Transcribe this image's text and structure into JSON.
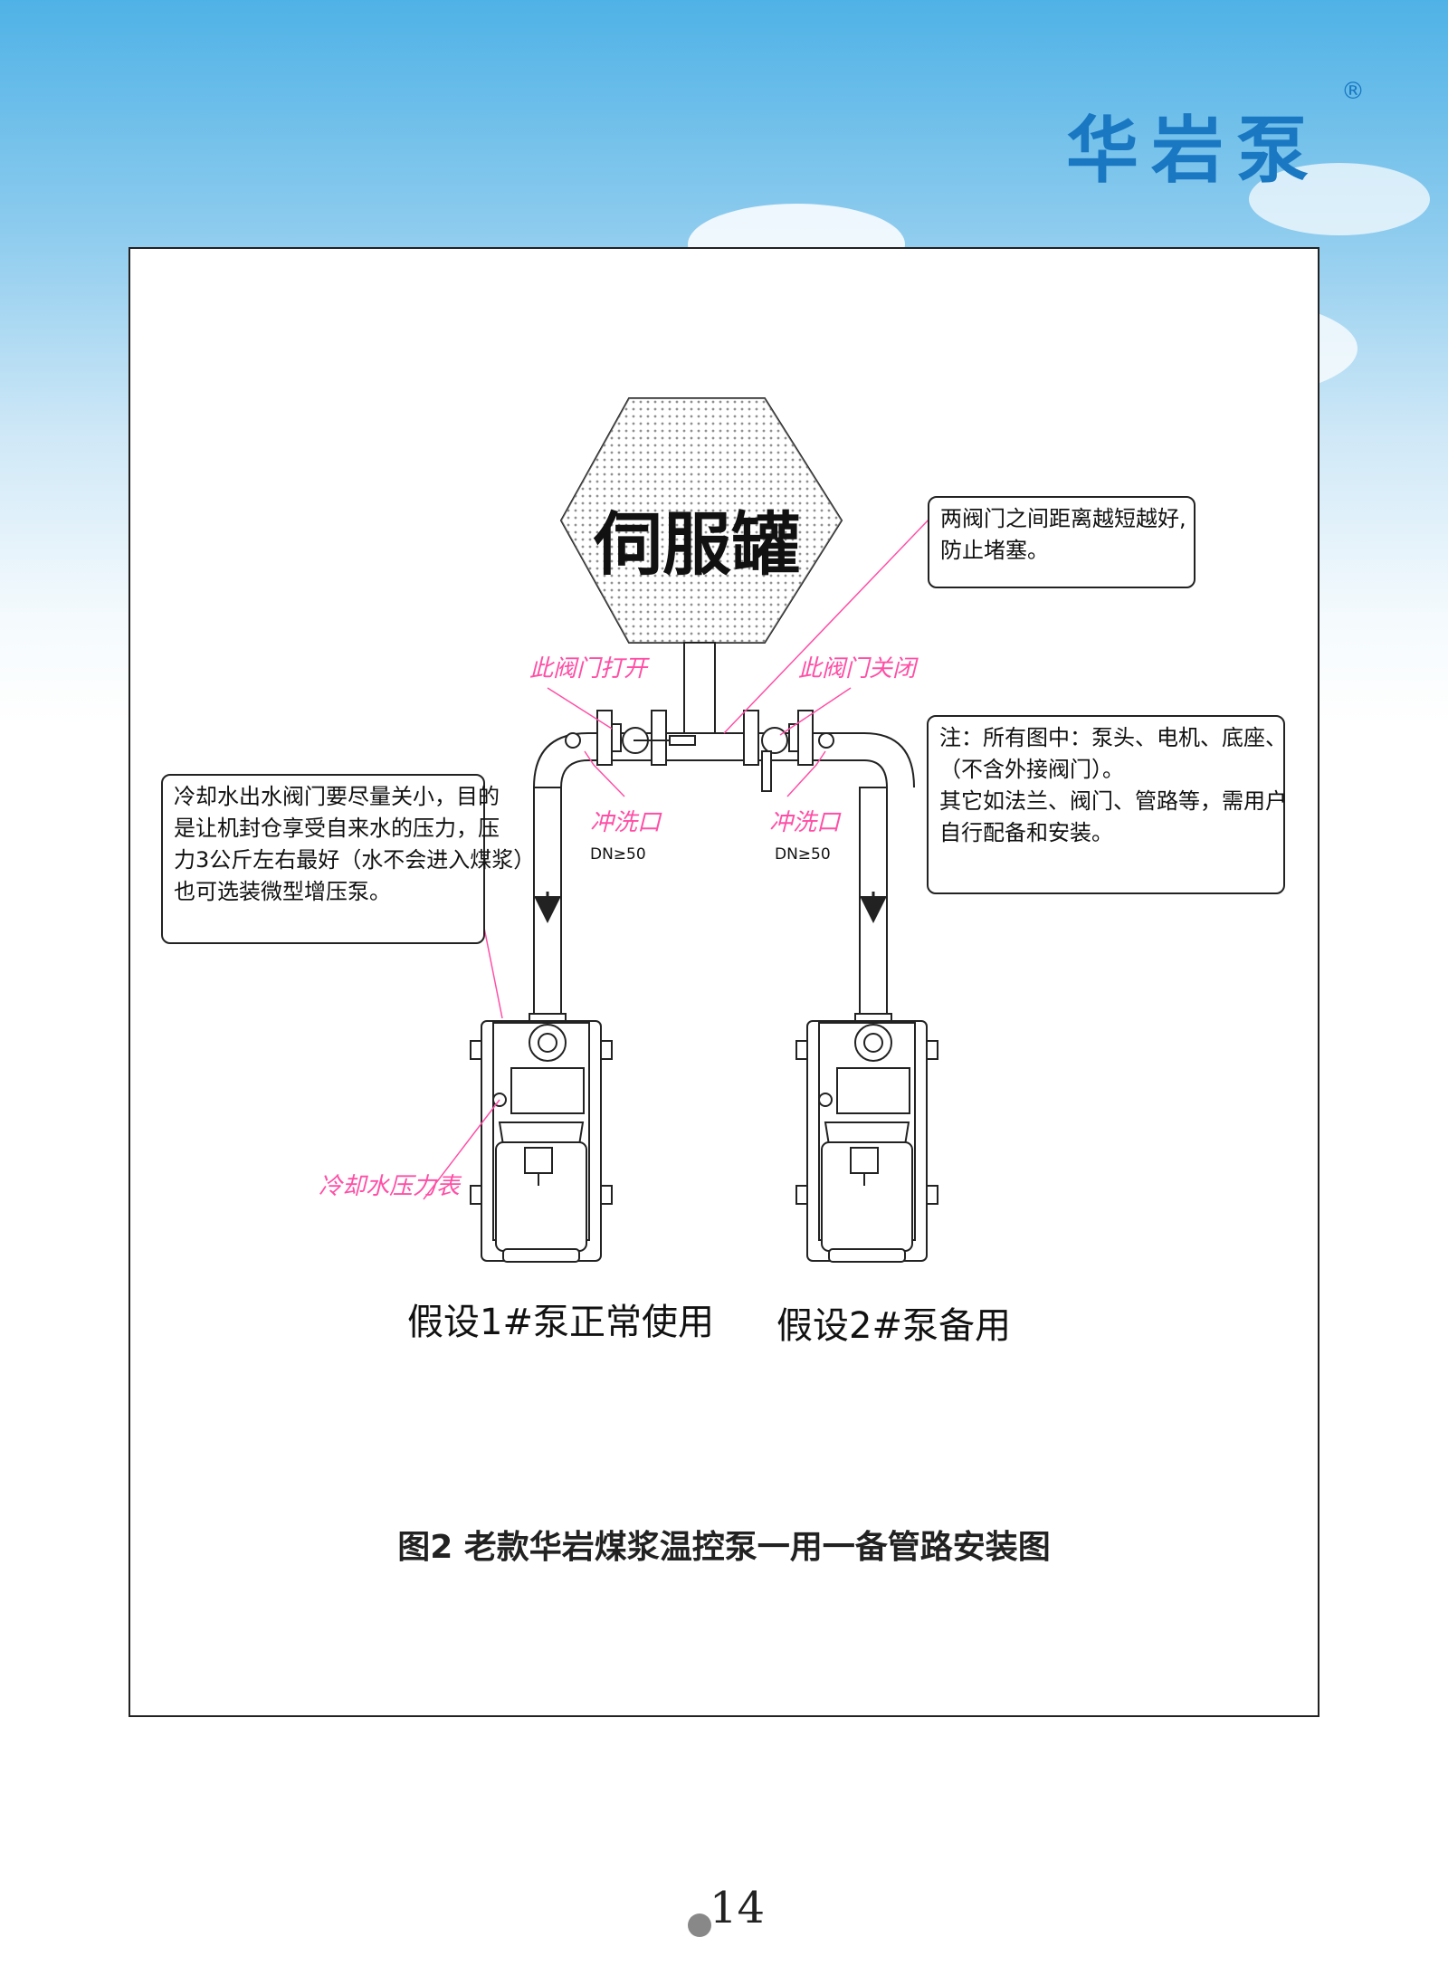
{
  "brand": {
    "name": "华岩泵",
    "registered_mark": "®",
    "color": "#1a78c2"
  },
  "tank": {
    "label": "伺服罐"
  },
  "valve_labels": {
    "left_open": "此阀门打开",
    "right_closed": "此阀门关闭"
  },
  "flush_port": {
    "left_label": "冲洗口",
    "right_label": "冲洗口",
    "left_dn": "DN≥50",
    "right_dn": "DN≥50"
  },
  "gauge_label": "冷却水压力表",
  "notes": {
    "valve_distance": [
      "两阀门之间距离越短越好,",
      "防止堵塞。"
    ],
    "cooling_water": [
      "冷却水出水阀门要尽量关小，目的",
      "是让机封仓享受自来水的压力，压",
      "力3公斤左右最好（水不会进入煤浆）",
      "也可选装微型增压泵。"
    ],
    "general": [
      "注：所有图中：泵头、电机、底座、",
      "（不含外接阀门）。",
      "其它如法兰、阀门、管路等，需用户",
      "自行配备和安装。"
    ]
  },
  "pumps": {
    "pump1_label": "假设1#泵正常使用",
    "pump2_label": "假设2#泵备用"
  },
  "caption": "图2  老款华岩煤浆温控泵一用一备管路安装图",
  "page_number": "14",
  "colors": {
    "annotation_pink": "#ff4fa6",
    "line": "#222222"
  }
}
